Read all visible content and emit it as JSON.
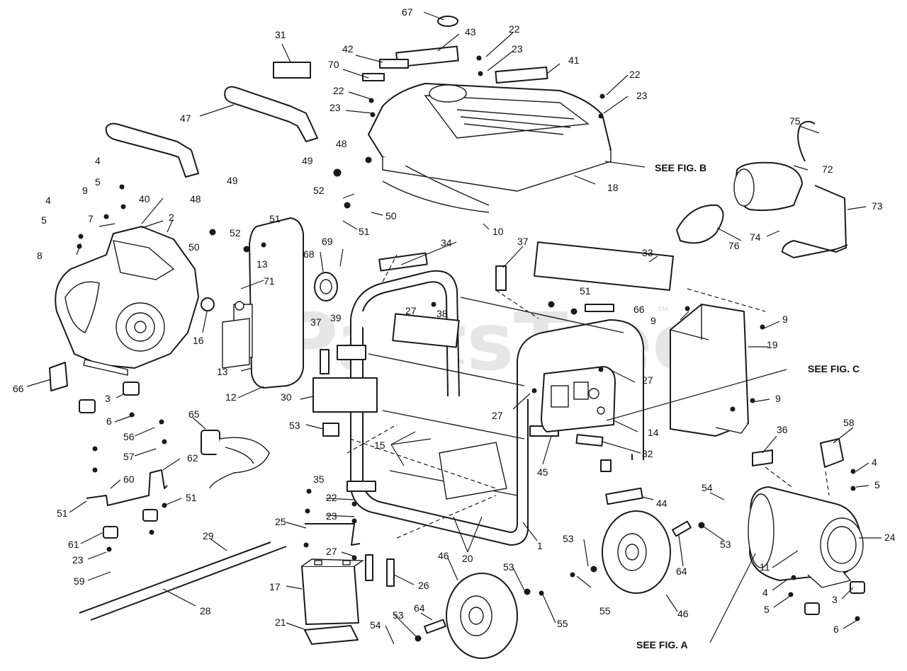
{
  "watermark": "PartsTree",
  "watermark_tm": "TM",
  "fig_refs": {
    "fig_a": "SEE FIG. A",
    "fig_b": "SEE FIG. B",
    "fig_c": "SEE FIG. C"
  },
  "callouts": {
    "c67": "67",
    "c43": "43",
    "c22a": "22",
    "c23a": "23",
    "c42": "42",
    "c41": "41",
    "c31": "31",
    "c70": "70",
    "c22b": "22",
    "c23b": "23",
    "c22c": "22",
    "c23c": "23",
    "c47": "47",
    "c48a": "48",
    "c49a": "49",
    "c52a": "52",
    "c50a": "50",
    "c51a": "51",
    "c10": "10",
    "c18": "18",
    "c75": "75",
    "c72": "72",
    "c73": "73",
    "c74": "74",
    "c76": "76",
    "c4a": "4",
    "c5a": "5",
    "c9a": "9",
    "c40": "40",
    "c2": "2",
    "c4b": "4",
    "c7": "7",
    "c5b": "5",
    "c8": "8",
    "c48b": "48",
    "c49b": "49",
    "c51b": "51",
    "c52b": "52",
    "c50b": "50",
    "c13a": "13",
    "c71": "71",
    "c68": "68",
    "c69": "69",
    "c34": "34",
    "c37a": "37",
    "c33": "33",
    "c16": "16",
    "c13b": "13",
    "c12": "12",
    "c66a": "66",
    "c3a": "3",
    "c6a": "6",
    "c39": "39",
    "c37b": "37",
    "c27a": "27",
    "c38": "38",
    "c51c": "51",
    "c66b": "66",
    "c9b": "9",
    "c9c": "9",
    "c19": "19",
    "c27b": "27",
    "c30": "30",
    "c27c": "27",
    "c9d": "9",
    "c14": "14",
    "c65": "65",
    "c56": "56",
    "c57": "57",
    "c62": "62",
    "c60": "60",
    "c51d": "51",
    "c51e": "51",
    "c61": "61",
    "c23d": "23",
    "c59": "59",
    "c53a": "53",
    "c15": "15",
    "c45": "45",
    "c32": "32",
    "c36": "36",
    "c58": "58",
    "c35": "35",
    "c22d": "22",
    "c23e": "23",
    "c25": "25",
    "c27d": "27",
    "c20": "20",
    "c1": "1",
    "c44": "44",
    "c54a": "54",
    "c4c": "4",
    "c5c": "5",
    "c53b": "53",
    "c53c": "53",
    "c64a": "64",
    "c24": "24",
    "c11": "11",
    "c29": "29",
    "c28": "28",
    "c17": "17",
    "c26": "26",
    "c46a": "46",
    "c53d": "53",
    "c55a": "55",
    "c46b": "46",
    "c55b": "55",
    "c4d": "4",
    "c5d": "5",
    "c3b": "3",
    "c6b": "6",
    "c21": "21",
    "c54b": "54",
    "c53e": "53",
    "c64b": "64"
  }
}
